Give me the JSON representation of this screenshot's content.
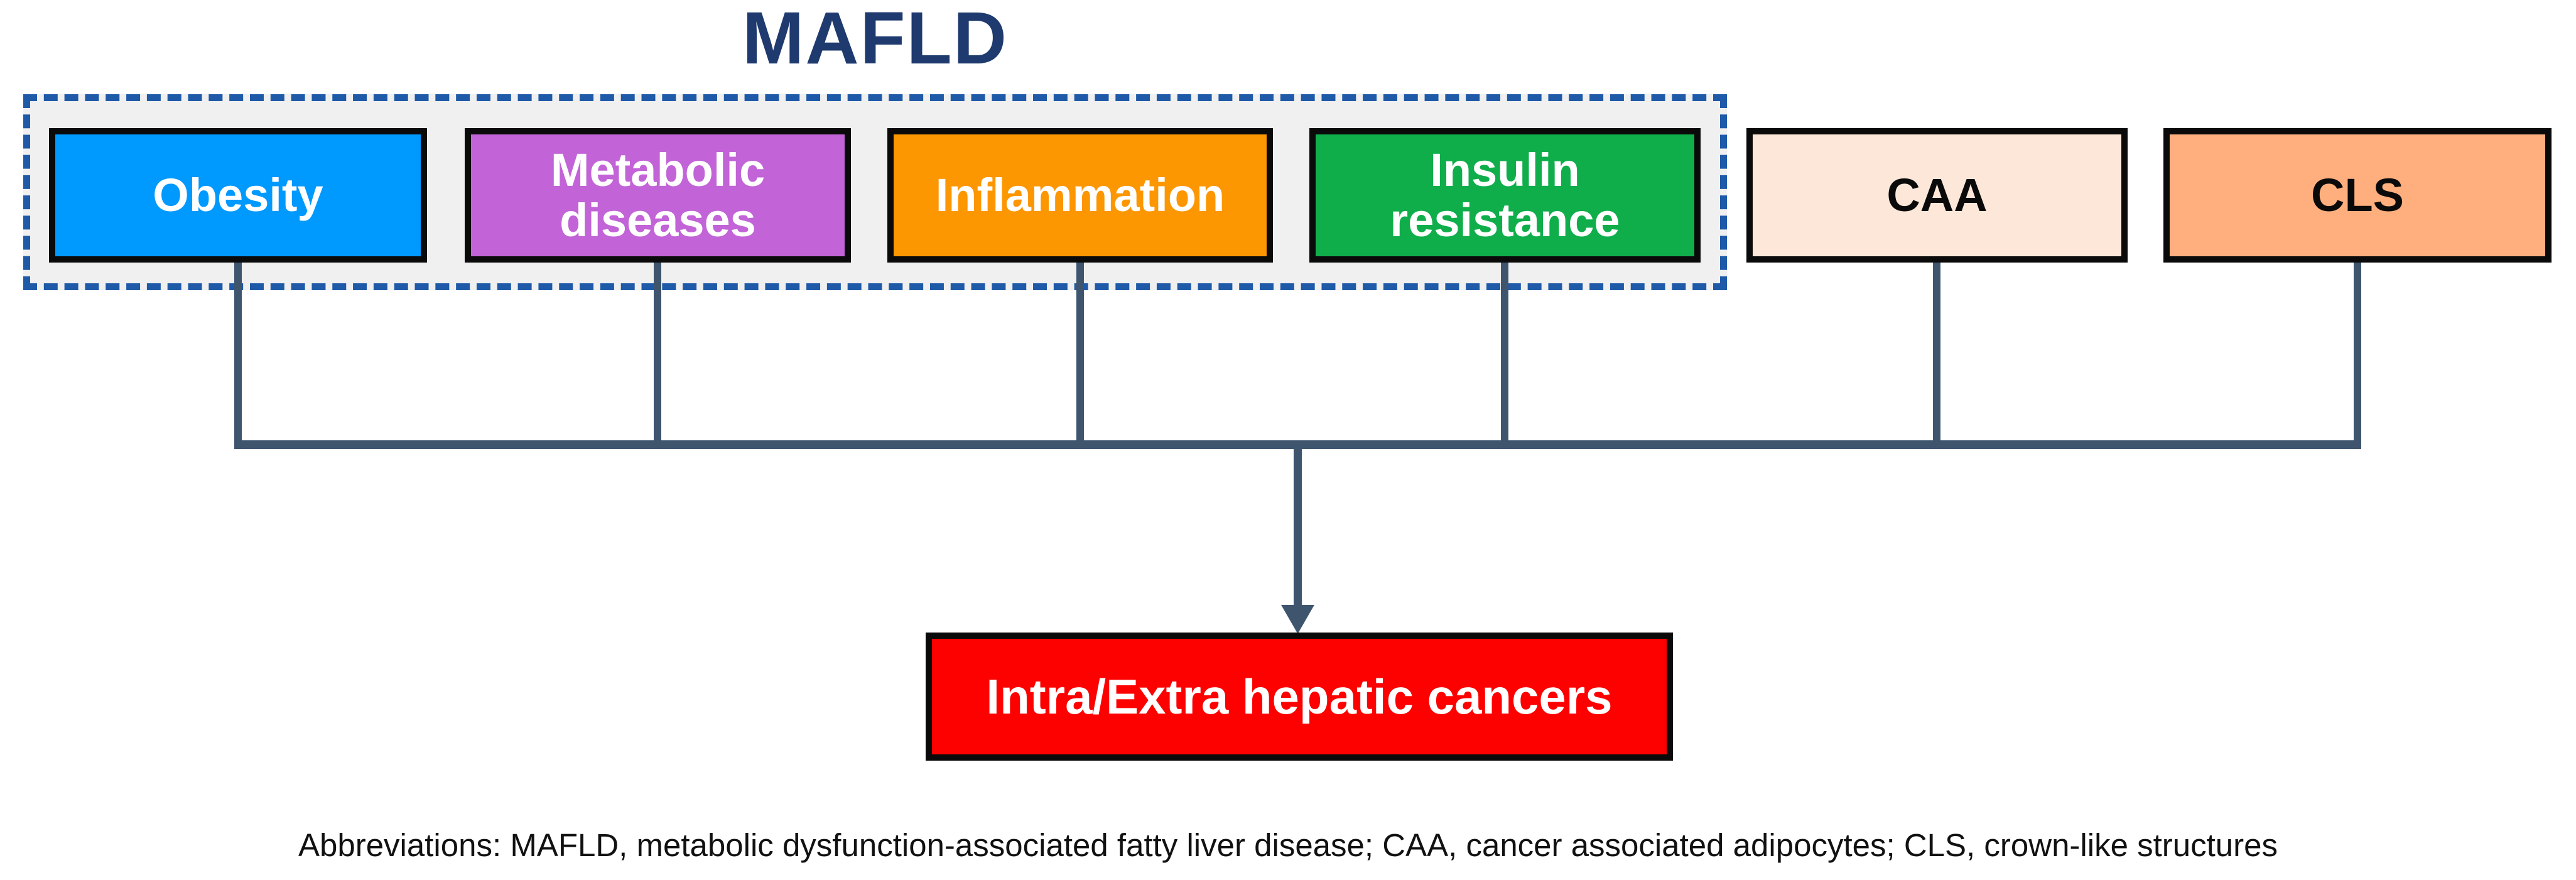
{
  "diagram": {
    "title": "MAFLD",
    "cluster": {
      "description": "dotted outline grouping the four MAFLD factor boxes",
      "member_labels": [
        "Obesity",
        "Metabolic diseases",
        "Inflammation",
        "Insulin resistance"
      ]
    },
    "nodes": [
      {
        "label": "Obesity",
        "fill": "#0099FE",
        "text": "#FFFFFF",
        "in_cluster": true
      },
      {
        "label": "Metabolic diseases",
        "fill": "#C263D7",
        "text": "#FFFFFF",
        "in_cluster": true
      },
      {
        "label": "Inflammation",
        "fill": "#FC9702",
        "text": "#FFFFFF",
        "in_cluster": true
      },
      {
        "label": "Insulin resistance",
        "fill": "#0FAE4B",
        "text": "#FFFFFF",
        "in_cluster": true
      },
      {
        "label": "CAA",
        "fill": "#FDE7D9",
        "text": "#0A0A0A",
        "in_cluster": false
      },
      {
        "label": "CLS",
        "fill": "#FFAF7E",
        "text": "#0A0A0A",
        "in_cluster": false
      }
    ],
    "outcome": {
      "label": "Intra/Extra hepatic cancers",
      "fill": "#FD0000",
      "text": "#FFFFFF"
    },
    "footnote": "Abbreviations: MAFLD, metabolic dysfunction-associated fatty liver disease; CAA, cancer associated adipocytes; CLS, crown-like structures"
  },
  "colors": {
    "title": "#1E3A6E",
    "cluster_fill": "#F0F0F0",
    "cluster_border": "#1F5AA8",
    "line": "#3F556E",
    "node_border": "#0A0A0A",
    "footnote_text": "#111111",
    "background": "#FFFFFF"
  }
}
